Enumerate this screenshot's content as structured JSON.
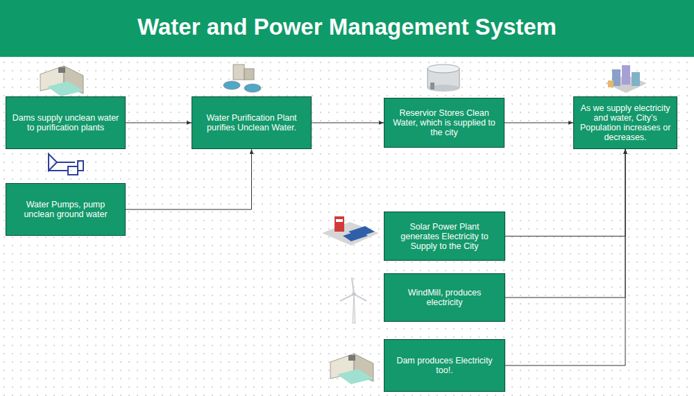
{
  "diagram": {
    "title": "Water and Power Management System",
    "nodes": [
      {
        "text": [
          "Dams supply unclean water to purification plants"
        ]
      },
      {
        "text": [
          "Water Purification Plant purifies Unclean Water."
        ]
      },
      {
        "text": [
          "Reservior Stores Clean Water, which is supplied to the city"
        ]
      },
      {
        "text": [
          "As we supply electricity and water, City’s Population increases or decreases."
        ]
      },
      {
        "text": [
          "Water Pumps, pump unclean ground water"
        ]
      },
      {
        "text": [
          "Solar Power Plant generates Electricity to Supply to the City"
        ]
      },
      {
        "text": [
          "WindMill, produces electricity"
        ]
      },
      {
        "text": [
          "Dam produces Electricity too!."
        ]
      }
    ],
    "edges": [
      {
        "from": 0,
        "to": 1,
        "arrow": "to"
      },
      {
        "from": 4,
        "to": 1,
        "arrow": "to"
      },
      {
        "from": 1,
        "to": 2,
        "arrow": "to"
      },
      {
        "from": 2,
        "to": 3,
        "arrow": "to"
      },
      {
        "from": 5,
        "to": 3,
        "arrow": "to"
      },
      {
        "from": 6,
        "to": 3,
        "arrow": "to"
      },
      {
        "from": 7,
        "to": 3,
        "arrow": "to"
      }
    ]
  }
}
